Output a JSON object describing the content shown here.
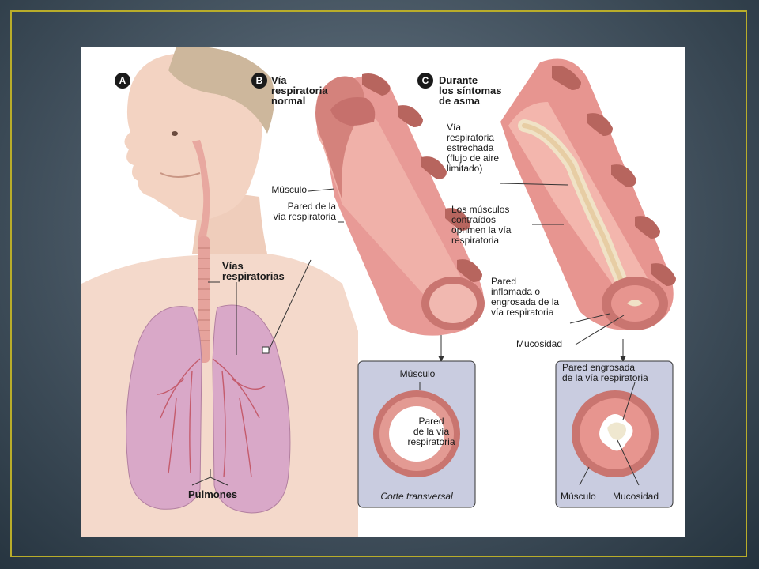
{
  "colors": {
    "frame_border": "#b9ad2a",
    "airway": "#e89a96",
    "muscle": "#b7655e",
    "lung": "#d9a8c8",
    "skin": "#f3d3c2",
    "inset_bg": "#c9cce0",
    "mucus": "#efe7cf"
  },
  "panels": {
    "a": {
      "badge": "A",
      "airways_label": "Vías\nrespiratorias",
      "lungs_label": "Pulmones"
    },
    "b": {
      "badge": "B",
      "title": "Vía\nrespiratoria\nnormal",
      "muscle_label": "Músculo",
      "wall_label": "Pared de la\nvía respiratoria",
      "inset": {
        "muscle_label": "Músculo",
        "wall_label": "Pared\nde la vía\nrespiratoria",
        "caption": "Corte transversal"
      }
    },
    "c": {
      "badge": "C",
      "title": "Durante\nlos síntomas\nde asma",
      "narrowed_label": "Vía\nrespiratoria\nestrechada\n(flujo de aire\nlimitado)",
      "contracted_label": "Los músculos\ncontraídos\noprimen la vía\nrespiratoria",
      "inflamed_label": "Pared\ninflamada o\nengrosada de la\nvía respiratoria",
      "mucus_label": "Mucosidad",
      "inset": {
        "thickened_label": "Pared engrosada\nde la vía respiratoria",
        "muscle_label": "Músculo",
        "mucus_label": "Mucosidad"
      }
    }
  }
}
